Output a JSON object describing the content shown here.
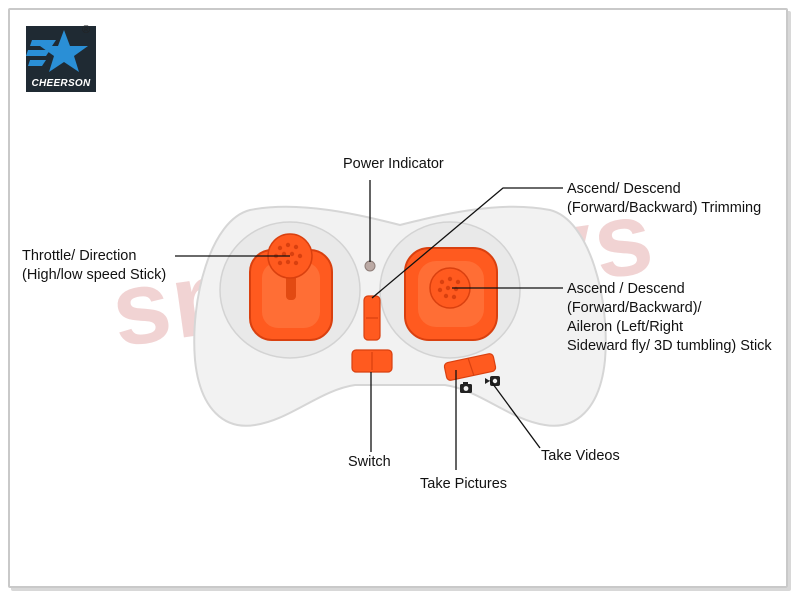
{
  "logo": {
    "brand": "CHEERSON",
    "registered": "®"
  },
  "watermark": "smart toys",
  "labels": {
    "power_indicator": "Power Indicator",
    "trimming": [
      "Ascend/ Descend",
      "(Forward/Backward) Trimming"
    ],
    "throttle": [
      "Throttle/ Direction",
      "(High/low speed Stick)"
    ],
    "stick_right": [
      "Ascend / Descend",
      "(Forward/Backward)/",
      "Aileron (Left/Right",
      "Sideward fly/ 3D tumbling) Stick"
    ],
    "switch": "Switch",
    "take_pictures": "Take Pictures",
    "take_videos": "Take Videos"
  },
  "colors": {
    "orange": "#ff5a1f",
    "orange_dark": "#d9400f",
    "body": "#efefef",
    "line": "#111111"
  }
}
